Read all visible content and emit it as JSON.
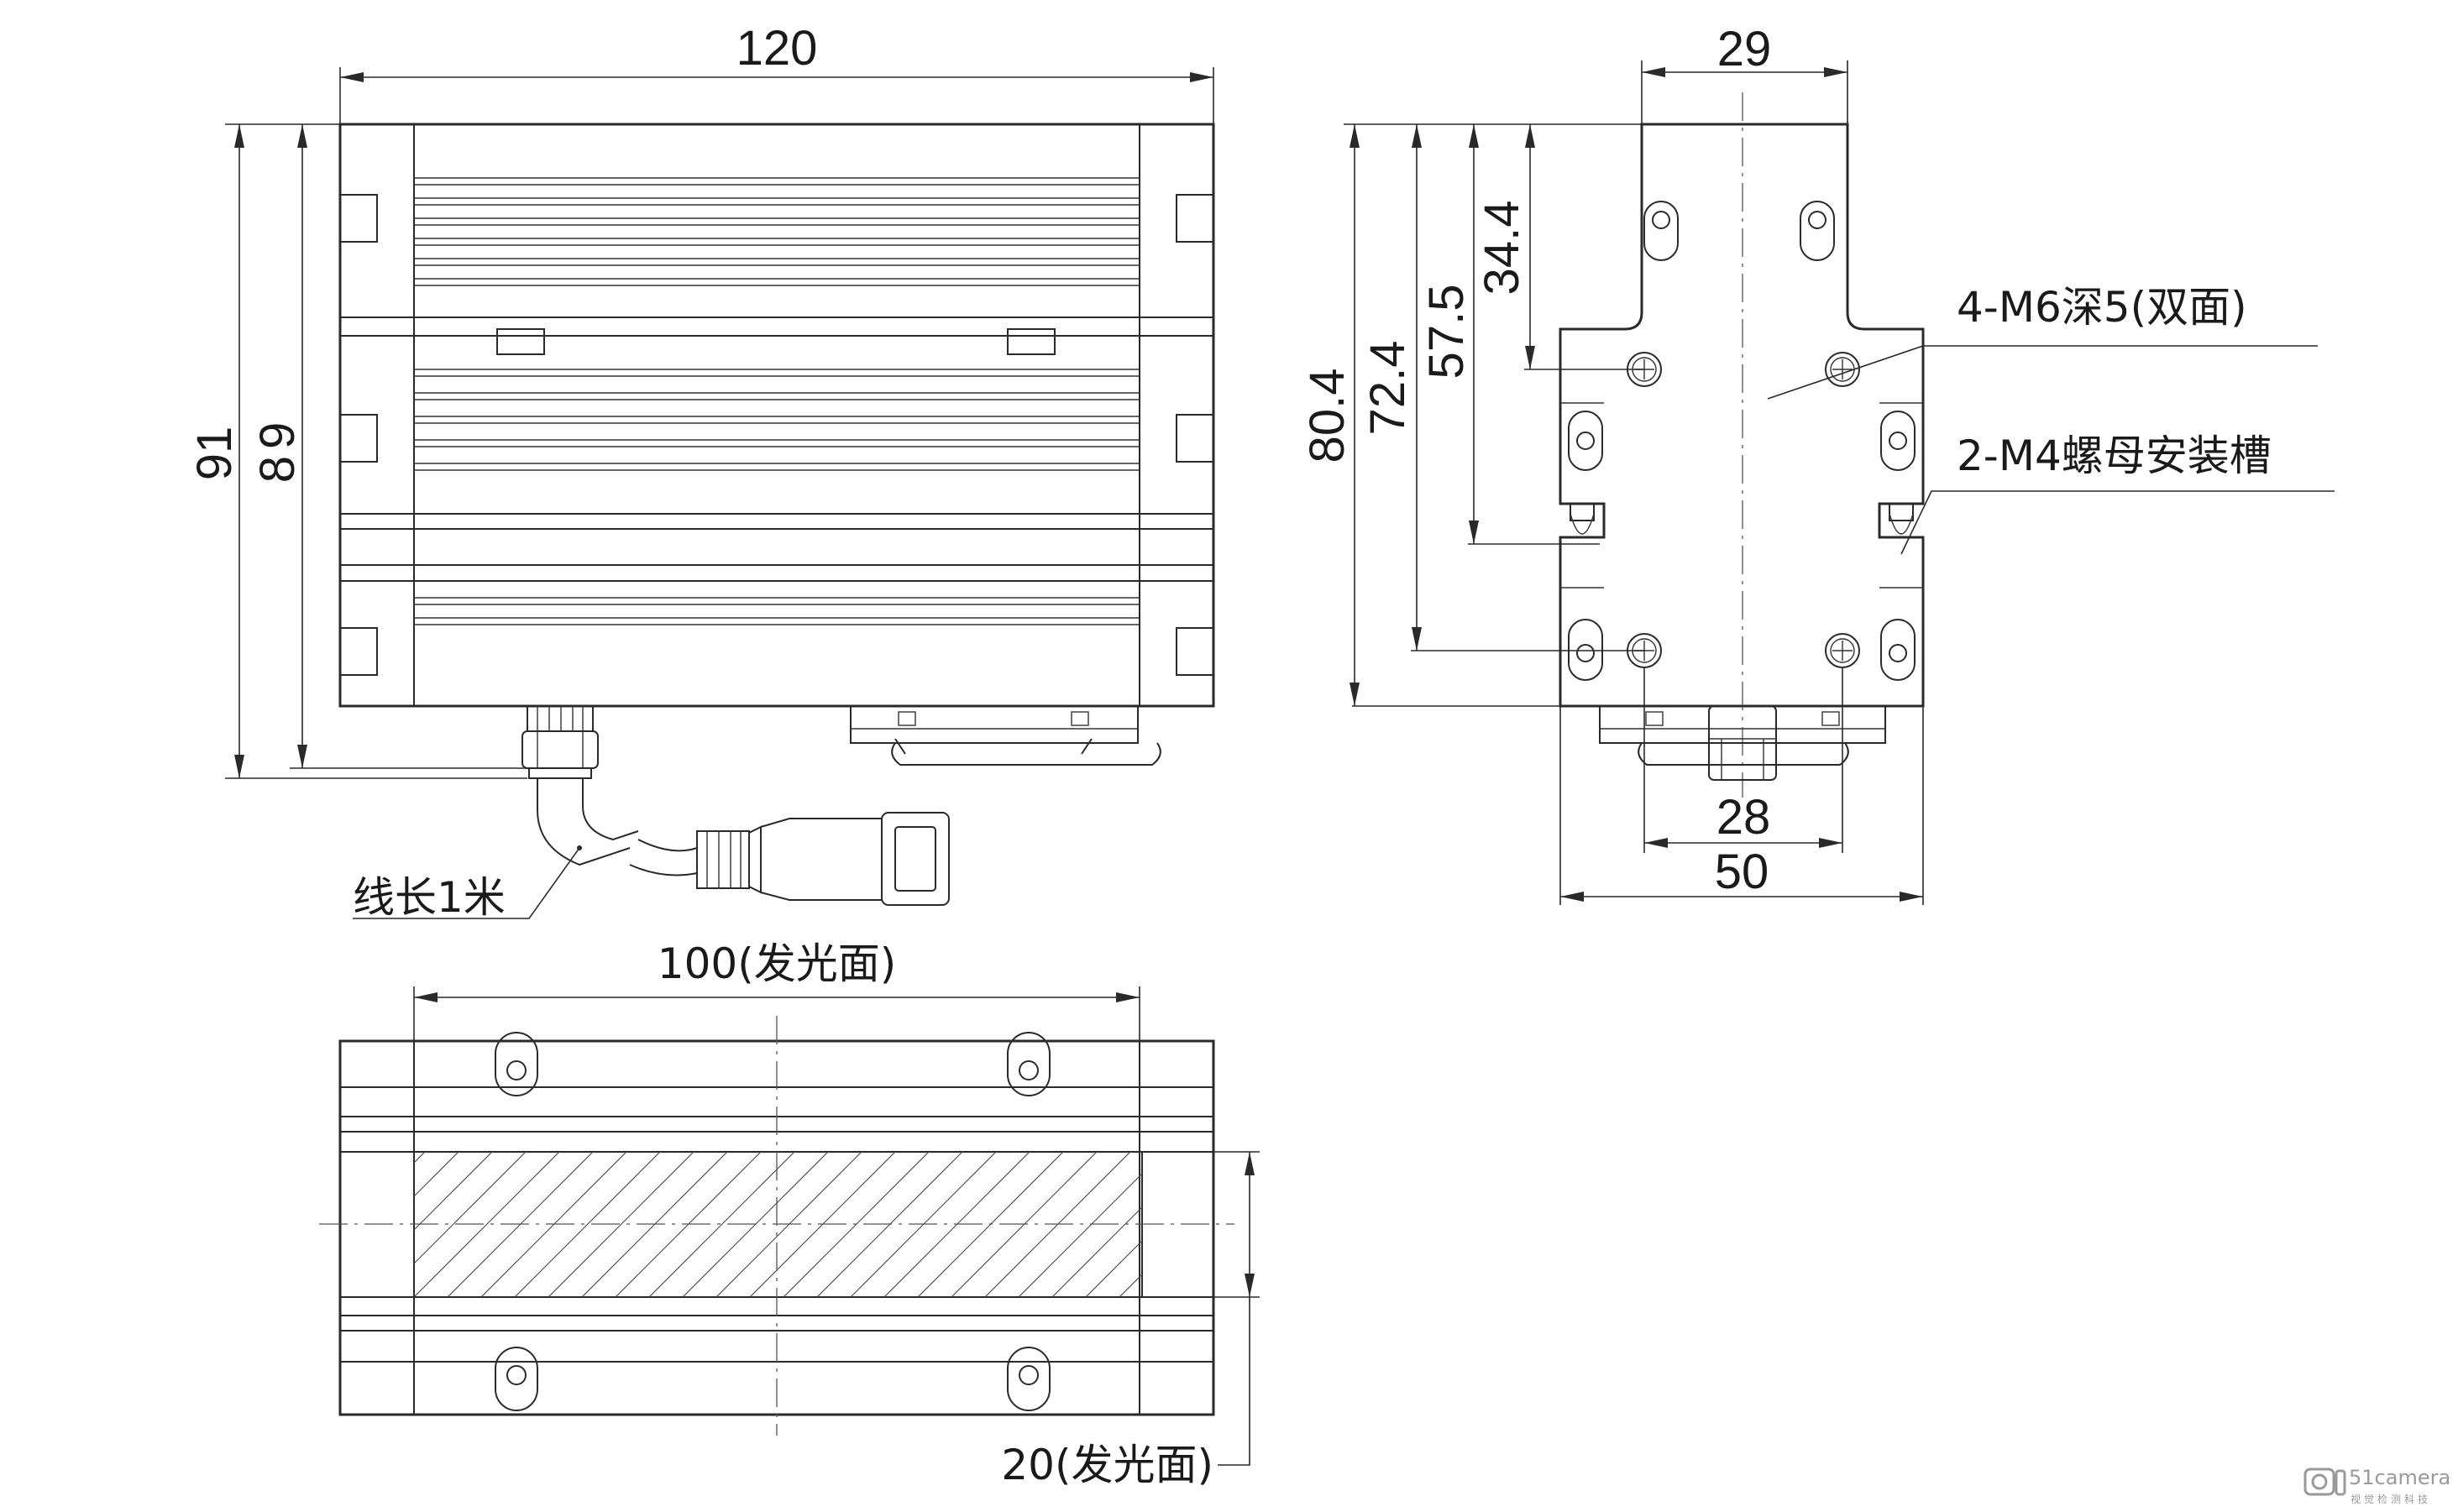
{
  "drawing": {
    "dimensions": {
      "top_width": "120",
      "overall_height": "91",
      "body_height": "89",
      "side_width": "29",
      "h_80_4": "80.4",
      "h_72_4": "72.4",
      "h_57_5": "57.5",
      "h_34_4": "34.4",
      "hole_spacing": "28",
      "side_base_width": "50",
      "emitting_length": "100(发光面)",
      "emitting_width": "20(发光面)"
    },
    "notes": {
      "mount_holes": "4-M6深5(双面)",
      "nut_slots": "2-M4螺母安装槽",
      "cable_length": "线长1米"
    },
    "watermark": {
      "brand": "51camera",
      "tagline": "视觉检测科技"
    }
  }
}
